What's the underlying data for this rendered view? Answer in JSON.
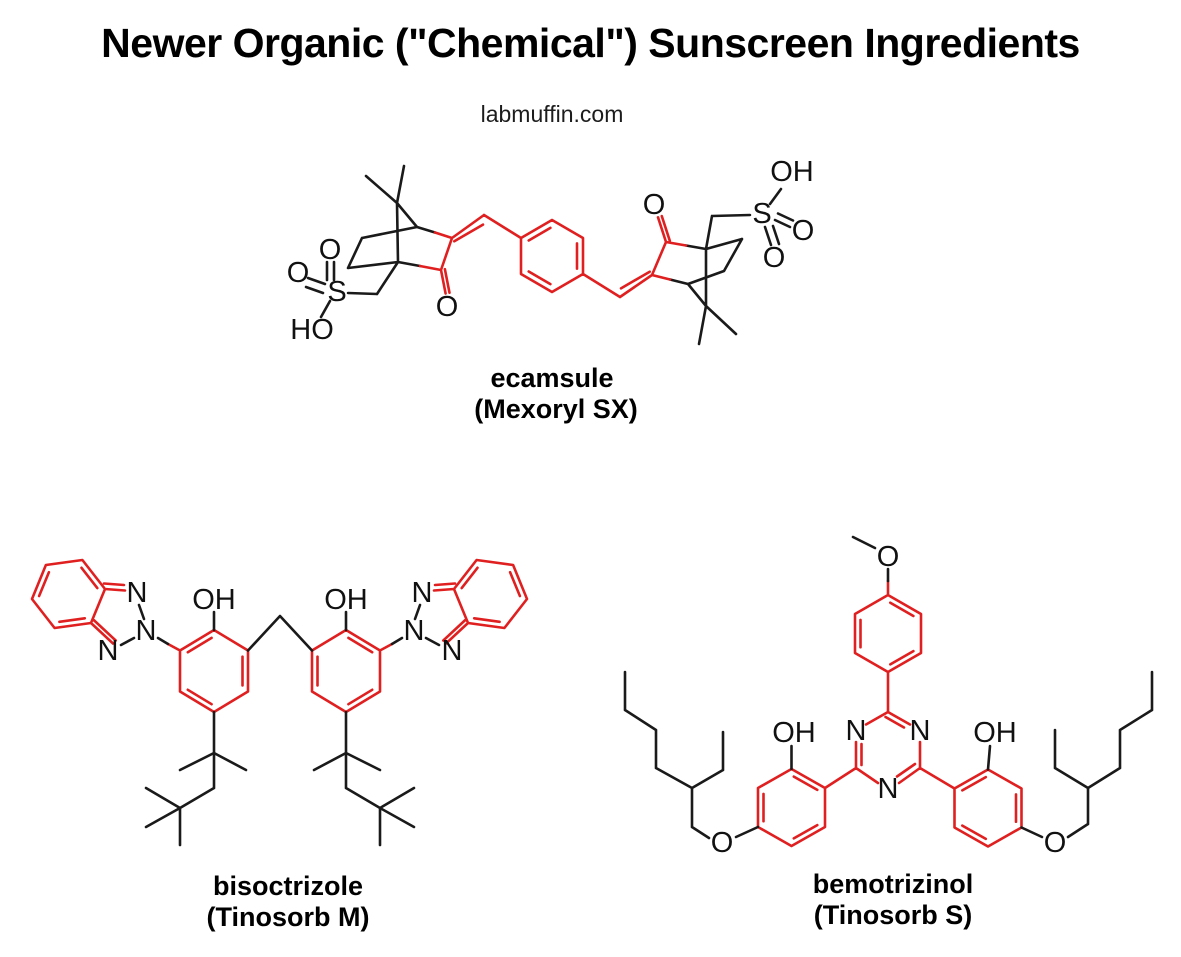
{
  "title": "Newer Organic (\"Chemical\") Sunscreen Ingredients",
  "watermark": "labmuffin.com",
  "colors": {
    "highlight_red": "#e02020",
    "bond_black": "#1a1a1a",
    "background": "#ffffff"
  },
  "molecules": [
    {
      "name": "ecamsule",
      "trade_name": "(Mexoryl SX)",
      "atoms": [
        "O",
        "O",
        "S",
        "HO",
        "O",
        "O",
        "OH",
        "S",
        "O",
        "O"
      ]
    },
    {
      "name": "bisoctrizole",
      "trade_name": "(Tinosorb M)",
      "atoms": [
        "N",
        "N",
        "N",
        "OH",
        "OH",
        "N",
        "N",
        "N"
      ]
    },
    {
      "name": "bemotrizinol",
      "trade_name": "(Tinosorb S)",
      "atoms": [
        "O",
        "N",
        "N",
        "N",
        "OH",
        "OH",
        "O",
        "O"
      ]
    }
  ]
}
